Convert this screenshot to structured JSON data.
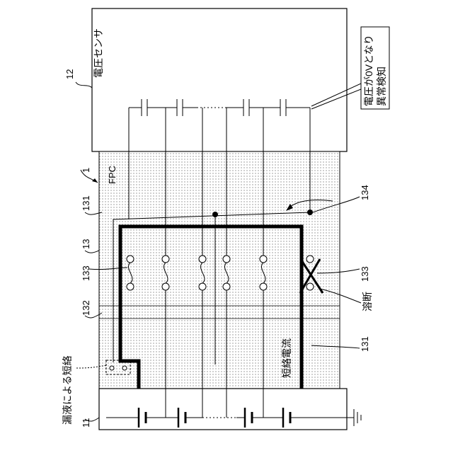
{
  "figure": {
    "label_12": "12",
    "voltage_sensor": "電圧センサ",
    "anomaly_note_line1": "電圧が0Vとなり",
    "anomaly_note_line2": "異常検知",
    "label_1": "1",
    "fpc": "FPC",
    "label_131_top": "131",
    "label_131_bottom": "131",
    "label_13": "13",
    "label_133_left": "133",
    "label_133_right": "133",
    "label_132": "132",
    "label_134": "134",
    "short_by_leak": "漏液による短絡",
    "label_11": "11",
    "short_current": "短絡電流",
    "fusing": "溶断"
  }
}
